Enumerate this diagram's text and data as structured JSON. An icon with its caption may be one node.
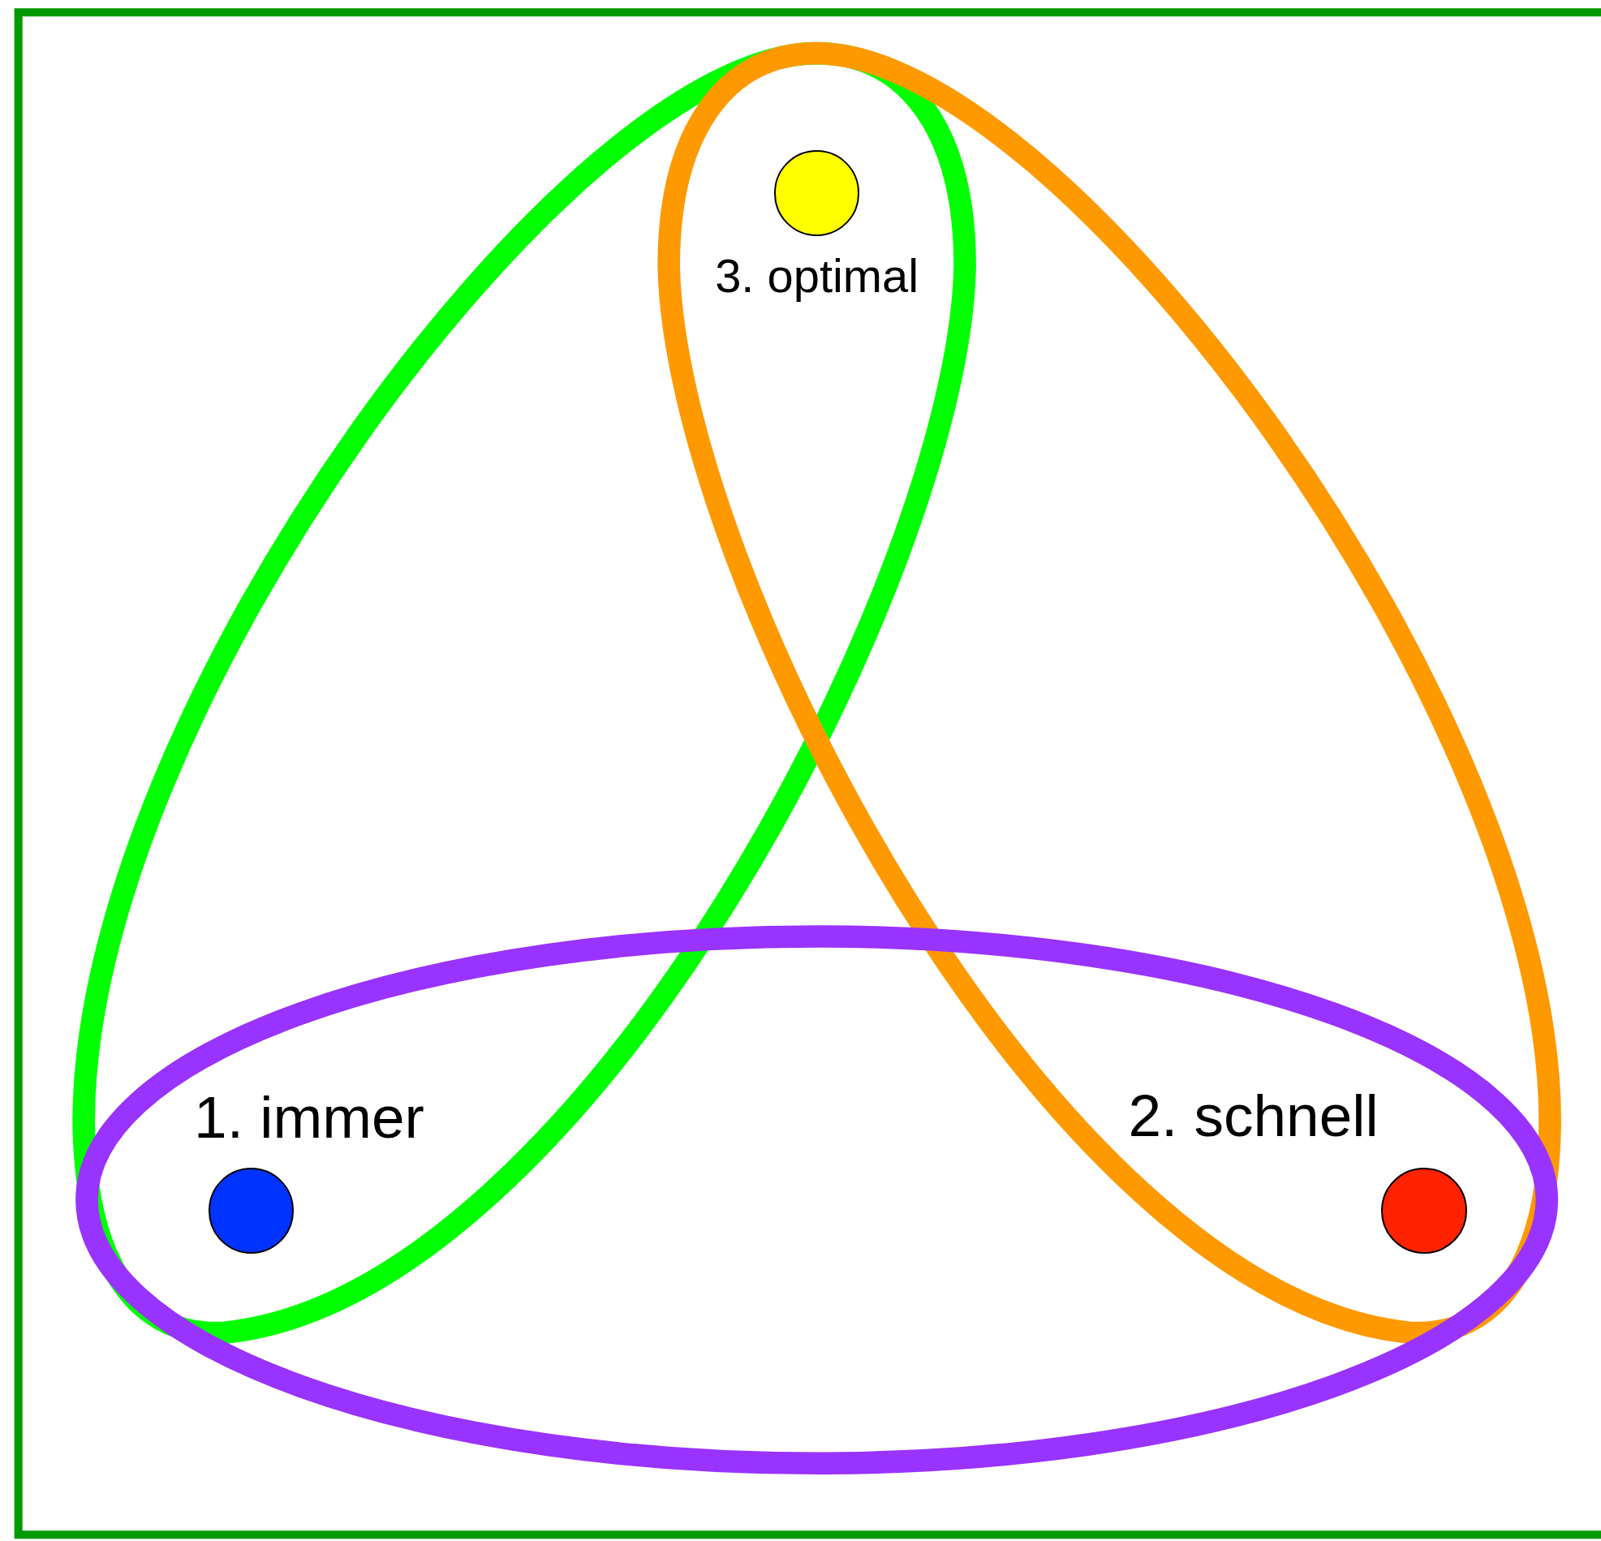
{
  "diagram": {
    "nodes": [
      {
        "text": [],
        "shape": "loop"
      },
      {
        "text": [],
        "shape": "loop"
      },
      {
        "text": [],
        "shape": "ellipse"
      },
      {
        "text": [],
        "shape": "circle",
        "beside": [
          "3. optimal"
        ]
      },
      {
        "text": [],
        "shape": "circle",
        "beside": [
          "1. immer"
        ]
      },
      {
        "text": [],
        "shape": "circle",
        "beside": [
          "2. schnell"
        ]
      }
    ]
  }
}
